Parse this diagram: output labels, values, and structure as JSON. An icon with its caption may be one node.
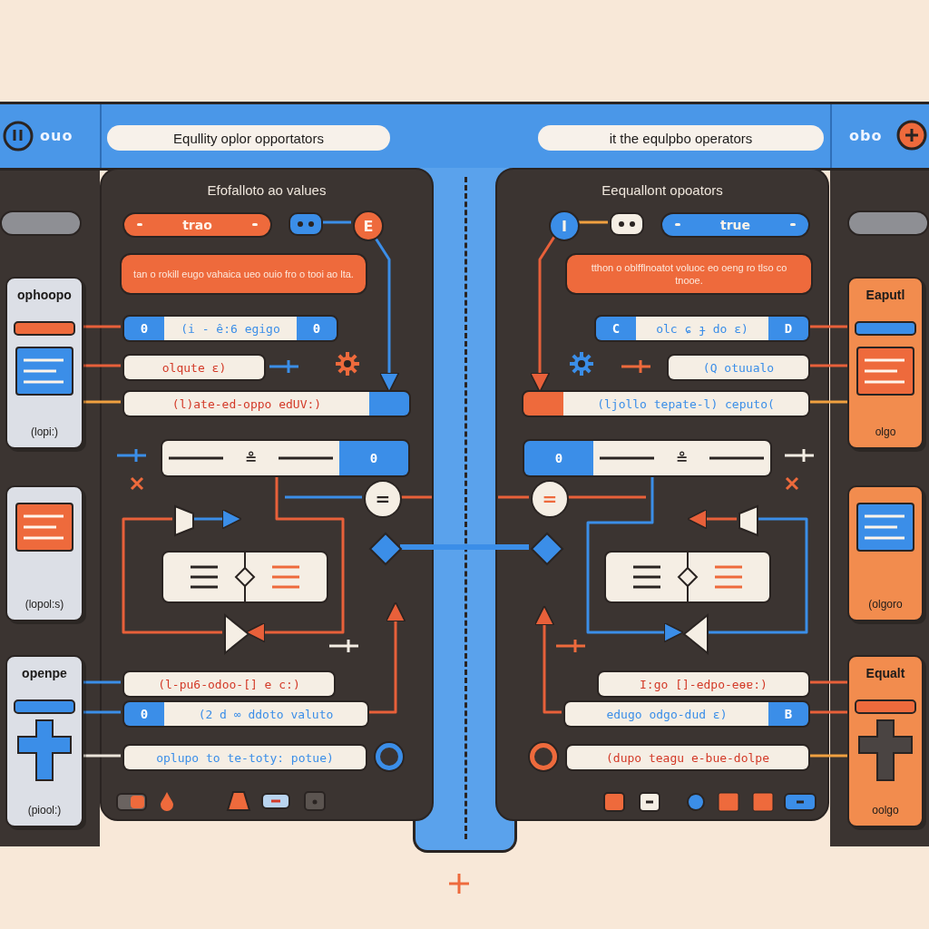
{
  "diagram": {
    "nodes": [
      {
        "text": [
          "Equllity oplor opportators"
        ]
      },
      {
        "text": [
          "it the equlpbo operators"
        ]
      },
      {
        "text": [
          "ophoopo",
          "(lopi:)"
        ]
      },
      {
        "text": [
          "(lopol:s)"
        ]
      },
      {
        "text": [
          "openpe",
          "(piool:)"
        ]
      },
      {
        "text": [
          "Efofalloto ao values"
        ]
      },
      {
        "text": [
          "trao"
        ],
        "in": 5
      },
      {
        "text": [],
        "shape": "box",
        "in": 5
      },
      {
        "text": [
          "E"
        ],
        "in": 5
      },
      {
        "text": [
          "tan o rokill eugo vahaica ueo ouio fro o tooi ao lta."
        ],
        "in": 5
      },
      {
        "text": [
          "0",
          "(i - ê:6 egigo",
          "0"
        ],
        "in": 5
      },
      {
        "text": [
          "olqute ɛ)"
        ],
        "in": 5
      },
      {
        "text": [
          "(l)ate-ed-oppo edUV:)"
        ],
        "in": 5
      },
      {
        "text": [
          "≗",
          "0"
        ],
        "in": 5
      },
      {
        "text": [
          "="
        ],
        "in": 5
      },
      {
        "text": [],
        "shape": "triangle",
        "in": 5
      },
      {
        "text": [],
        "shape": "box",
        "in": 5
      },
      {
        "text": [],
        "shape": "triangle",
        "in": 5
      },
      {
        "text": [
          "(l-pu6-odoo-[] e c:)"
        ],
        "in": 5
      },
      {
        "text": [
          "0",
          "(2 d ∞ ddoto valuto"
        ],
        "in": 5
      },
      {
        "text": [
          "oplupo to te-toty: potue)"
        ],
        "in": 5
      },
      {
        "text": [],
        "shape": "circle",
        "in": 5
      },
      {
        "text": [],
        "shape": "diamond",
        "in": 5
      },
      {
        "text": [
          "Eequallont opoators"
        ]
      },
      {
        "text": [
          "I"
        ],
        "in": 23
      },
      {
        "text": [],
        "shape": "box",
        "in": 23
      },
      {
        "text": [
          "true"
        ],
        "in": 23
      },
      {
        "text": [
          "tthon o oblfflnoatot voluoc eo oeng ro tlso co tnooe."
        ],
        "in": 23
      },
      {
        "text": [
          "C",
          "olc ɕ ɟ do ɛ)",
          "D"
        ],
        "in": 23
      },
      {
        "text": [
          "(Q otuualo"
        ],
        "in": 23
      },
      {
        "text": [
          "(ljollo tepate-l) ceputo("
        ],
        "in": 23
      },
      {
        "text": [
          "0",
          "≗"
        ],
        "in": 23
      },
      {
        "text": [
          "="
        ],
        "in": 23
      },
      {
        "text": [],
        "shape": "triangle",
        "in": 23
      },
      {
        "text": [],
        "shape": "box",
        "in": 23
      },
      {
        "text": [],
        "shape": "triangle",
        "in": 23
      },
      {
        "text": [
          "I:go []-edpo-eɵɐ:)"
        ],
        "in": 23
      },
      {
        "text": [
          "edugo odgo-dud ɛ)",
          "B"
        ],
        "in": 23
      },
      {
        "text": [],
        "shape": "circle",
        "in": 23
      },
      {
        "text": [
          "(dupo teagu e-bue-dolpe"
        ],
        "in": 23
      },
      {
        "text": [],
        "shape": "diamond",
        "in": 23
      },
      {
        "text": [
          "Eaputl",
          "olgo"
        ]
      },
      {
        "text": [
          "(olgoro"
        ]
      },
      {
        "text": [
          "Equalt",
          "oolgo"
        ]
      }
    ],
    "edges": [
      {
        "from": 2,
        "to": 10,
        "arrow": "none"
      },
      {
        "from": 2,
        "to": 11,
        "arrow": "none"
      },
      {
        "from": 2,
        "to": 12,
        "arrow": "none",
        "color": "#f0a040"
      },
      {
        "from": 4,
        "to": 18,
        "arrow": "none",
        "color": "#3b8ee8"
      },
      {
        "from": 4,
        "to": 19,
        "arrow": "none",
        "color": "#3b8ee8"
      },
      {
        "from": 4,
        "to": 20,
        "arrow": "none",
        "color": "#ece4da"
      },
      {
        "from": 7,
        "to": 8,
        "arrow": "none",
        "color": "#3b8ee8"
      },
      {
        "from": 8,
        "to": 12,
        "arrow": "to",
        "color": "#3b8ee8"
      },
      {
        "from": 13,
        "to": 17,
        "arrow": "to"
      },
      {
        "from": 14,
        "to": null,
        "arrow": "none",
        "color": "#3b8ee8"
      },
      {
        "from": 14,
        "to": null,
        "arrow": "none"
      },
      {
        "from": 15,
        "to": null,
        "arrow": "to",
        "color": "#3b8ee8"
      },
      {
        "from": 15,
        "to": 17,
        "arrow": "none"
      },
      {
        "from": 19,
        "to": null,
        "arrow": "to"
      },
      {
        "from": 22,
        "to": 40,
        "arrow": "none",
        "style": "thick",
        "color": "#3b8ee8"
      },
      {
        "from": 24,
        "to": 25,
        "arrow": "none",
        "color": "#f0a040"
      },
      {
        "from": 24,
        "to": 30,
        "arrow": "to"
      },
      {
        "from": 31,
        "to": 35,
        "arrow": "to",
        "color": "#3b8ee8"
      },
      {
        "from": 32,
        "to": null,
        "arrow": "none"
      },
      {
        "from": 32,
        "to": null,
        "arrow": "none"
      },
      {
        "from": 33,
        "to": null,
        "arrow": "to"
      },
      {
        "from": 33,
        "to": 35,
        "arrow": "none",
        "color": "#3b8ee8"
      },
      {
        "from": 37,
        "to": null,
        "arrow": "to"
      },
      {
        "from": 28,
        "to": 41,
        "arrow": "none"
      },
      {
        "from": 29,
        "to": 41,
        "arrow": "none"
      },
      {
        "from": 30,
        "to": 41,
        "arrow": "none",
        "color": "#f0a040"
      },
      {
        "from": 36,
        "to": 43,
        "arrow": "none"
      },
      {
        "from": 37,
        "to": 43,
        "arrow": "none"
      },
      {
        "from": 39,
        "to": 43,
        "arrow": "none",
        "color": "#f0a040"
      }
    ],
    "labels": [
      "ouo",
      "obo"
    ]
  }
}
